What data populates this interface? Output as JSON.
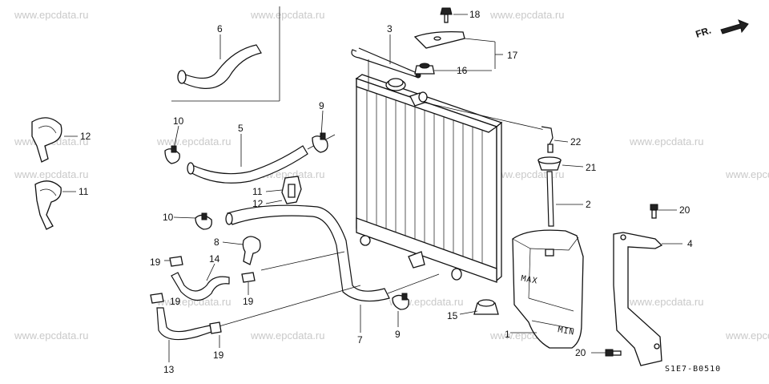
{
  "watermark": "www.epcdata.ru",
  "diagram_code": "S1E7-B0510",
  "direction_label": "FR.",
  "callouts": [
    "1",
    "2",
    "3",
    "4",
    "5",
    "6",
    "7",
    "8",
    "9",
    "10",
    "11",
    "12",
    "13",
    "14",
    "15",
    "16",
    "17",
    "18",
    "19",
    "20",
    "21",
    "22"
  ]
}
